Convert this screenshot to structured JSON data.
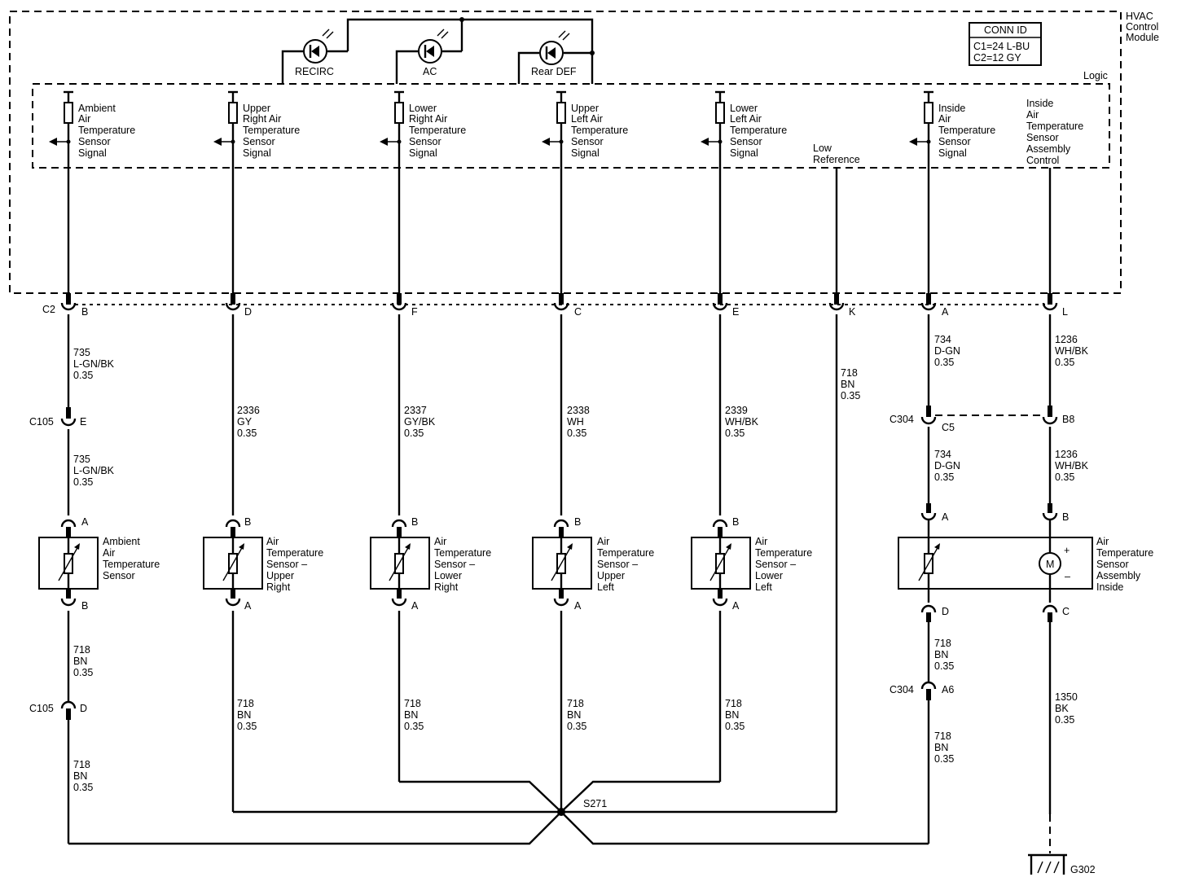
{
  "module": {
    "title_lines": [
      "HVAC",
      "Control",
      "Module"
    ],
    "logic_label": "Logic",
    "conn_id": {
      "header": "CONN ID",
      "lines": [
        "C1=24 L-BU",
        "C2=12 GY"
      ]
    }
  },
  "indicators": [
    {
      "label": "RECIRC",
      "icon": "led-icon"
    },
    {
      "label": "AC",
      "icon": "led-icon"
    },
    {
      "label": "Rear DEF",
      "icon": "led-icon"
    }
  ],
  "signals": [
    {
      "lines": [
        "Ambient",
        "Air",
        "Temperature",
        "Sensor",
        "Signal"
      ]
    },
    {
      "lines": [
        "Upper",
        "Right Air",
        "Temperature",
        "Sensor",
        "Signal"
      ]
    },
    {
      "lines": [
        "Lower",
        "Right Air",
        "Temperature",
        "Sensor",
        "Signal"
      ]
    },
    {
      "lines": [
        "Upper",
        "Left Air",
        "Temperature",
        "Sensor",
        "Signal"
      ]
    },
    {
      "lines": [
        "Lower",
        "Left Air",
        "Temperature",
        "Sensor",
        "Signal"
      ]
    },
    {
      "lines": [
        "Low",
        "Reference"
      ]
    },
    {
      "lines": [
        "Inside",
        "Air",
        "Temperature",
        "Sensor",
        "Signal"
      ]
    },
    {
      "lines": [
        "Inside",
        "Air",
        "Temperature",
        "Sensor",
        "Assembly",
        "Control"
      ]
    }
  ],
  "c2": {
    "name": "C2",
    "pins": [
      "B",
      "D",
      "F",
      "C",
      "E",
      "K",
      "A",
      "L"
    ]
  },
  "wires_upper": [
    [
      "735",
      "L-GN/BK",
      "0.35"
    ],
    [
      "2336",
      "GY",
      "0.35"
    ],
    [
      "2337",
      "GY/BK",
      "0.35"
    ],
    [
      "2338",
      "WH",
      "0.35"
    ],
    [
      "2339",
      "WH/BK",
      "0.35"
    ],
    [
      "718",
      "BN",
      "0.35"
    ],
    [
      "734",
      "D-GN",
      "0.35"
    ],
    [
      "1236",
      "WH/BK",
      "0.35"
    ]
  ],
  "c105": {
    "name": "C105",
    "upper_pin": "E",
    "lower_pin": "D"
  },
  "c304": {
    "name": "C304",
    "pins": [
      "C5",
      "B8"
    ],
    "lower_pin": "A6"
  },
  "wires_mid": [
    [
      "735",
      "L-GN/BK",
      "0.35"
    ],
    [
      "734",
      "D-GN",
      "0.35"
    ],
    [
      "1236",
      "WH/BK",
      "0.35"
    ]
  ],
  "sensors": [
    {
      "top_pin": "A",
      "bottom_pin": "B",
      "lines": [
        "Ambient",
        "Air",
        "Temperature",
        "Sensor"
      ]
    },
    {
      "top_pin": "B",
      "bottom_pin": "A",
      "lines": [
        "Air",
        "Temperature",
        "Sensor –",
        "Upper",
        "Right"
      ]
    },
    {
      "top_pin": "B",
      "bottom_pin": "A",
      "lines": [
        "Air",
        "Temperature",
        "Sensor –",
        "Lower",
        "Right"
      ]
    },
    {
      "top_pin": "B",
      "bottom_pin": "A",
      "lines": [
        "Air",
        "Temperature",
        "Sensor –",
        "Upper",
        "Left"
      ]
    },
    {
      "top_pin": "B",
      "bottom_pin": "A",
      "lines": [
        "Air",
        "Temperature",
        "Sensor –",
        "Lower",
        "Left"
      ]
    }
  ],
  "assembly": {
    "top_pins": [
      "A",
      "B"
    ],
    "bottom_pins": [
      "D",
      "C"
    ],
    "lines": [
      "Air",
      "Temperature",
      "Sensor",
      "Assembly",
      "Inside"
    ],
    "motor_label": "M",
    "plus": "+",
    "minus": "–"
  },
  "wires_lower": [
    [
      "718",
      "BN",
      "0.35"
    ],
    [
      "718",
      "BN",
      "0.35"
    ],
    [
      "718",
      "BN",
      "0.35"
    ],
    [
      "718",
      "BN",
      "0.35"
    ],
    [
      "718",
      "BN",
      "0.35"
    ],
    [
      "718",
      "BN",
      "0.35"
    ],
    [
      "718",
      "BN",
      "0.35"
    ],
    [
      "718",
      "BN",
      "0.35"
    ],
    [
      "1350",
      "BK",
      "0.35"
    ]
  ],
  "splice": {
    "name": "S271"
  },
  "ground": {
    "name": "G302",
    "icon": "ground-icon"
  }
}
